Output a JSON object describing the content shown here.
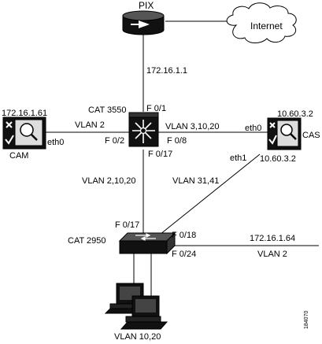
{
  "nodes": {
    "pix": "PIX",
    "internet": "Internet",
    "cat3550": "CAT 3550",
    "cat2950": "CAT 2950",
    "cam": "CAM",
    "cas": "CAS"
  },
  "addresses": {
    "pix_link": "172.16.1.1",
    "cam_ip": "172.16.1.61",
    "cas_ip_top": "10.60.3.2",
    "cas_ip_bottom": "10.60.3.2",
    "uplink_ip": "172.16.1.64"
  },
  "ports": {
    "f01": "F 0/1",
    "f02": "F 0/2",
    "f08": "F 0/8",
    "f017_3550": "F 0/17",
    "f017_2950": "F 0/17",
    "f018": "F 0/18",
    "f024": "F 0/24",
    "eth0_cam": "eth0",
    "eth0_cas": "eth0",
    "eth1_cas": "eth1"
  },
  "vlans": {
    "cam_link": "VLAN 2",
    "cas_link": "VLAN 3,10,20",
    "trunk": "VLAN 2,10,20",
    "cas_eth1": "VLAN 31,41",
    "uplink": "VLAN 2",
    "hosts": "VLAN 10,20"
  },
  "figure_id": "184070"
}
